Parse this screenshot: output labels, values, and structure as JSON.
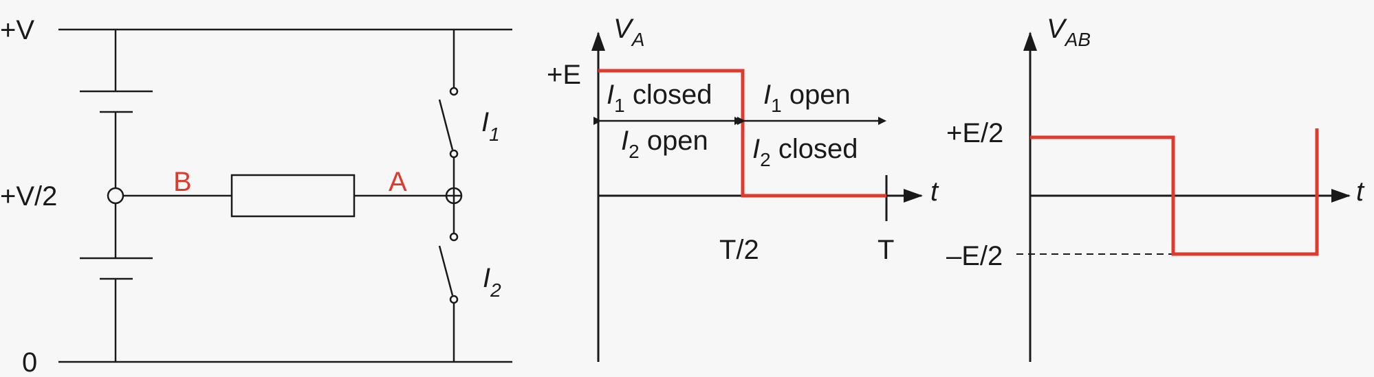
{
  "circuit": {
    "rail_top": "+V",
    "rail_mid": "+V/2",
    "rail_bottom": "0",
    "node_b": "B",
    "node_a": "A",
    "switch1_letter": "I",
    "switch1_sub": "1",
    "switch2_letter": "I",
    "switch2_sub": "2"
  },
  "graph_va": {
    "axis_letter": "V",
    "axis_sub": "A",
    "time_label": "t",
    "level_label": "+E",
    "half_period_label": "T/2",
    "period_label": "T",
    "first_half_top_sub": "1",
    "first_half_top_text": " closed",
    "first_half_bottom_sub": "2",
    "first_half_bottom_text": " open",
    "second_half_top_sub": "1",
    "second_half_top_text": " open",
    "second_half_bottom_sub": "2",
    "second_half_bottom_text": " closed",
    "switch_letter": "I"
  },
  "graph_vab": {
    "axis_letter": "V",
    "axis_sub": "AB",
    "time_label": "t",
    "pos_label": "+E/2",
    "neg_label": "–E/2"
  },
  "colors": {
    "signal": "#e03a2c",
    "ink": "#1a1a1a",
    "background": "#f7f7f7"
  }
}
